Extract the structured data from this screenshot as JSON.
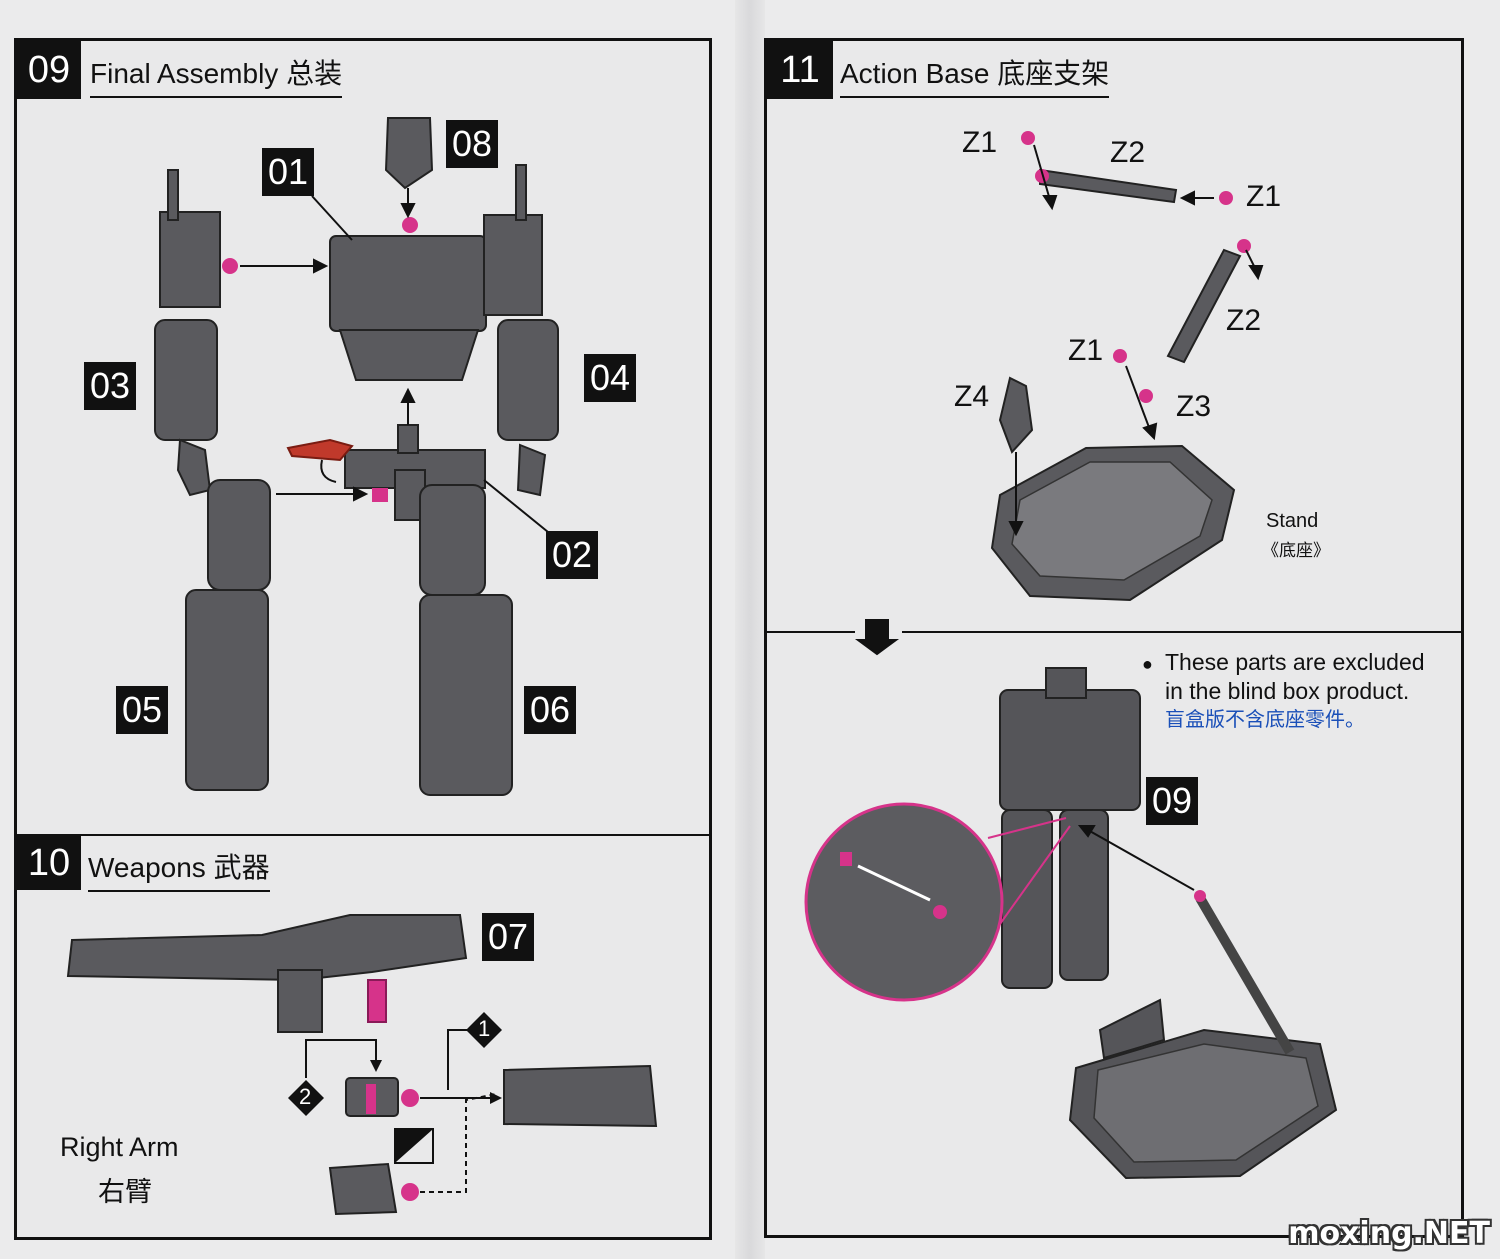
{
  "left": {
    "step09": {
      "number": "09",
      "title": "Final Assembly 总装"
    },
    "tags": {
      "p01": "01",
      "p08": "08",
      "p03": "03",
      "p04": "04",
      "p02": "02",
      "p05": "05",
      "p06": "06"
    },
    "step10": {
      "number": "10",
      "title": "Weapons 武器"
    },
    "weapon_tag": "07",
    "marker1": "1",
    "marker2": "2",
    "right_arm_en": "Right Arm",
    "right_arm_cn": "右臂"
  },
  "right": {
    "step11": {
      "number": "11",
      "title": "Action Base 底座支架"
    },
    "parts": {
      "z1a": "Z1",
      "z2a": "Z2",
      "z1b": "Z1",
      "z2b": "Z2",
      "z1c": "Z1",
      "z4": "Z4",
      "z3": "Z3"
    },
    "stand_en": "Stand",
    "stand_cn": "《底座》",
    "note_bullet": "●",
    "note_line1": "These parts are excluded",
    "note_line2": "in the blind box product.",
    "note_cn": "盲盒版不含底座零件。",
    "robot_tag": "09"
  },
  "watermark": "moxing.NET",
  "colors": {
    "accent_pink": "#d6338a",
    "weapon_red": "#c0392b",
    "ink": "#111111",
    "note_blue": "#1a4fb8"
  }
}
